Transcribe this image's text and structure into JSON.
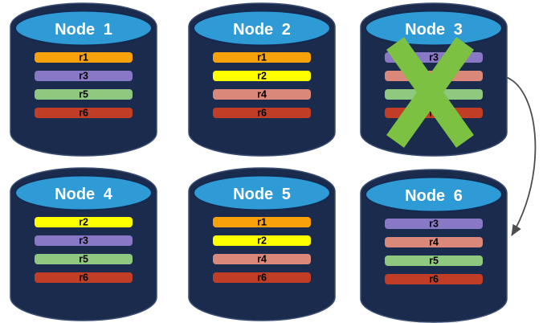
{
  "diagram": {
    "background": "#FFFFFF",
    "cylinder": {
      "body_color": "#1A2B4E",
      "top_color": "#2F9BD6",
      "outline_color": "#3A4C70",
      "title_color": "#FFFFFF",
      "record_text_color": "#000000"
    }
  },
  "nodes": [
    {
      "title": "Node 1",
      "status": "active",
      "records": [
        {
          "label": "r1",
          "color": "#F9A10A"
        },
        {
          "label": "r3",
          "color": "#8878C6"
        },
        {
          "label": "r5",
          "color": "#8FC97F"
        },
        {
          "label": "r6",
          "color": "#C03E26"
        }
      ]
    },
    {
      "title": "Node 2",
      "status": "active",
      "records": [
        {
          "label": "r1",
          "color": "#F9A10A"
        },
        {
          "label": "r2",
          "color": "#FFFF00"
        },
        {
          "label": "r4",
          "color": "#D9887A"
        },
        {
          "label": "r6",
          "color": "#C03E26"
        }
      ]
    },
    {
      "title": "Node 3",
      "status": "failed",
      "records": [
        {
          "label": "r3",
          "color": "#8878C6"
        },
        {
          "label": "r4",
          "color": "#D9887A"
        },
        {
          "label": "r5",
          "color": "#8FC97F"
        },
        {
          "label": "r6",
          "color": "#C03E26"
        }
      ]
    },
    {
      "title": "Node 4",
      "status": "active",
      "records": [
        {
          "label": "r2",
          "color": "#FFFF00"
        },
        {
          "label": "r3",
          "color": "#8878C6"
        },
        {
          "label": "r5",
          "color": "#8FC97F"
        },
        {
          "label": "r6",
          "color": "#C03E26"
        }
      ]
    },
    {
      "title": "Node 5",
      "status": "active",
      "records": [
        {
          "label": "r1",
          "color": "#F9A10A"
        },
        {
          "label": "r2",
          "color": "#FFFF00"
        },
        {
          "label": "r4",
          "color": "#D9887A"
        },
        {
          "label": "r6",
          "color": "#C03E26"
        }
      ]
    },
    {
      "title": "Node 6",
      "status": "active",
      "records": [
        {
          "label": "r3",
          "color": "#8878C6"
        },
        {
          "label": "r4",
          "color": "#D9887A"
        },
        {
          "label": "r5",
          "color": "#8FC97F"
        },
        {
          "label": "r6",
          "color": "#C03E26"
        }
      ]
    }
  ],
  "failure_mark": {
    "on_node": "Node 3",
    "color": "#7CC141"
  },
  "arrow": {
    "from": "Node 3",
    "to": "Node 6",
    "color": "#4D4D4D"
  }
}
